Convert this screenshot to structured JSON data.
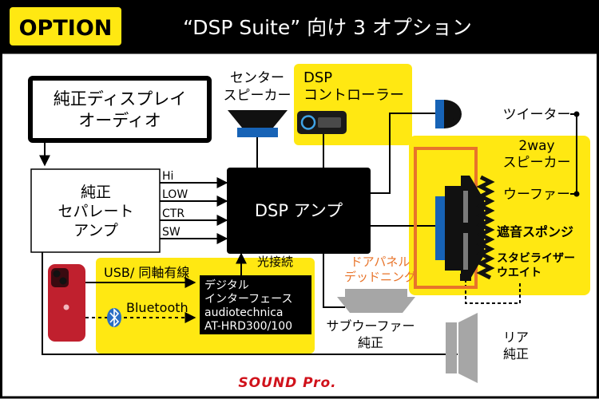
{
  "header": {
    "badge": "OPTION",
    "title": "“DSP Suite” 向け 3 オプション"
  },
  "blocks": {
    "head_unit": [
      "純正ディスプレイ",
      "オーディオ"
    ],
    "separate_amp": [
      "純正",
      "セパレート",
      "アンプ"
    ],
    "dsp_amp": "DSP アンプ",
    "center_speaker": [
      "センター",
      "スピーカー"
    ],
    "dsp_controller": [
      "DSP",
      "コントローラー"
    ],
    "digital_interface": [
      "デジタル",
      "インターフェース",
      "audiotechnica",
      "AT-HRD300/100"
    ],
    "subwoofer": [
      "サブウーファー",
      "純正"
    ],
    "rear": [
      "リア",
      "純正"
    ]
  },
  "signals": {
    "hi": "Hi",
    "low": "LOW",
    "ctr": "CTR",
    "sw": "SW",
    "usb": "USB/ 同軸有線",
    "bluetooth": "Bluetooth",
    "optical": "光接続"
  },
  "door": {
    "deadening": [
      "ドアパネル",
      "デッドニング"
    ],
    "tweeter": "ツイーター",
    "two_way": [
      "2way",
      "スピーカー"
    ],
    "woofer": "ウーファー",
    "sponge": "遮音スポンジ",
    "stabilizer": [
      "スタビライザー",
      "ウエイト"
    ]
  },
  "footer": {
    "logo": "SOUND Pro."
  },
  "colors": {
    "yellow": "#ffe812",
    "black": "#000000",
    "blue": "#1763b6",
    "orange": "#e8742a",
    "gray": "#a6a6a6",
    "phone_red": "#c0202e",
    "logo_red": "#d0121b"
  },
  "icons": {
    "phone": "smartphone-icon",
    "bluetooth": "bluetooth-icon",
    "controller": "dsp-controller-icon"
  }
}
